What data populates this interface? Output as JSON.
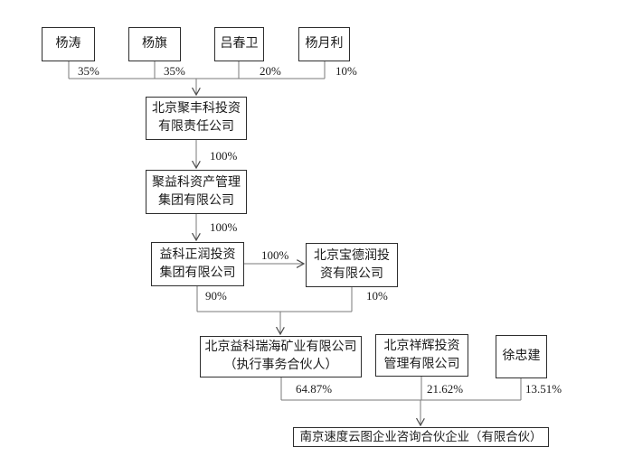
{
  "diagram": {
    "title": "equity-ownership-structure",
    "colors": {
      "background": "#ffffff",
      "box_border": "#2e2e2e",
      "connector_line": "#7a7a7a",
      "text": "#1a1a1a"
    },
    "nodes": {
      "yangtao": {
        "lines": [
          "杨涛"
        ]
      },
      "yangqi": {
        "lines": [
          "杨旗"
        ]
      },
      "lvchunwei": {
        "lines": [
          "吕春卫"
        ]
      },
      "yangyueli": {
        "lines": [
          "杨月利"
        ]
      },
      "jufengke": {
        "lines": [
          "北京聚丰科投资",
          "有限责任公司"
        ]
      },
      "juyike": {
        "lines": [
          "聚益科资产管理",
          "集团有限公司"
        ]
      },
      "zhengrun": {
        "lines": [
          "益科正润投资",
          "集团有限公司"
        ]
      },
      "baoderun": {
        "lines": [
          "北京宝德润投",
          "资有限公司"
        ]
      },
      "ruihai": {
        "lines": [
          "北京益科瑞海矿业有限公司",
          "（执行事务合伙人）"
        ]
      },
      "xianghui": {
        "lines": [
          "北京祥辉投资",
          "管理有限公司"
        ]
      },
      "xuzhongjian": {
        "lines": [
          "徐忠建"
        ]
      },
      "suduyuntu": {
        "lines": [
          "南京速度云图企业咨询合伙企业（有限合伙）"
        ]
      }
    },
    "edge_labels": {
      "yangtao_to_jufengke": "35%",
      "yangqi_to_jufengke": "35%",
      "lvchunwei_to_jufengke": "20%",
      "yangyueli_to_jufengke": "10%",
      "jufengke_to_juyike": "100%",
      "juyike_to_zhengrun": "100%",
      "zhengrun_to_baoderun": "100%",
      "zhengrun_to_ruihai": "90%",
      "baoderun_to_ruihai": "10%",
      "ruihai_to_suduyuntu": "64.87%",
      "xianghui_to_suduyuntu": "21.62%",
      "xuzhongjian_to_suduyuntu": "13.51%"
    }
  }
}
